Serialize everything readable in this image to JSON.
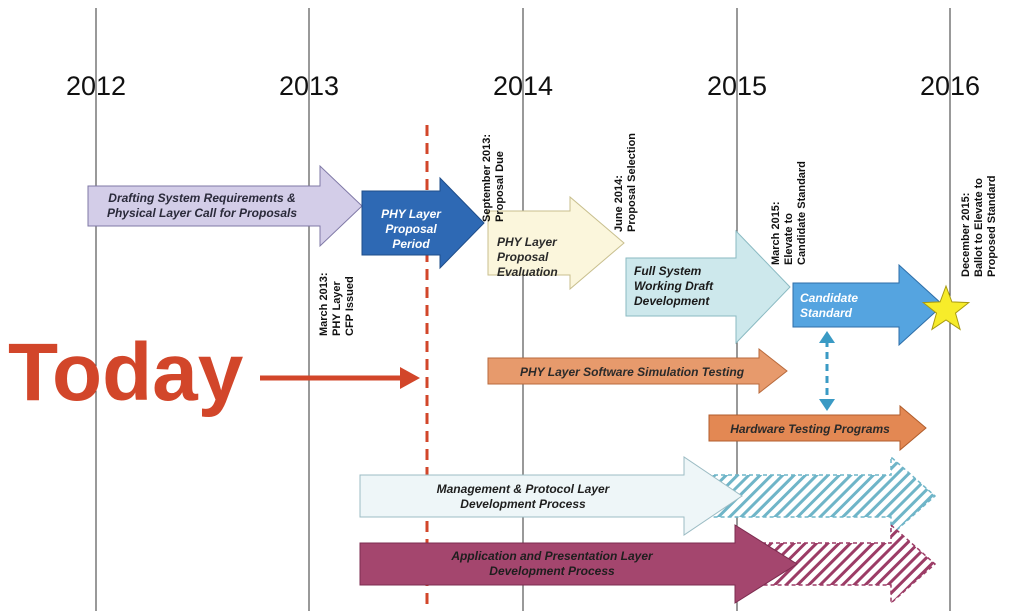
{
  "years": [
    "2012",
    "2013",
    "2014",
    "2015",
    "2016"
  ],
  "today_label": "Today",
  "colors": {
    "today": "#d2462a",
    "drafting": "#d3cde8",
    "phy_proposal": "#2e69b4",
    "phy_evaluation": "#fbf6dc",
    "full_system": "#cde8ec",
    "candidate": "#55a4e0",
    "software_testing": "#e79a6c",
    "hardware_testing": "#e38853",
    "management": "#eef6f8",
    "application": "#a4466e",
    "star": "#f7ec2a",
    "connector": "#3a9ac4"
  },
  "phases": [
    {
      "id": "drafting",
      "lines": [
        "Drafting System Requirements &",
        "Physical Layer Call for Proposals"
      ]
    },
    {
      "id": "phy_proposal",
      "lines": [
        "PHY Layer",
        "Proposal",
        "Period"
      ]
    },
    {
      "id": "phy_evaluation",
      "lines": [
        "PHY Layer",
        "Proposal",
        "Evaluation"
      ]
    },
    {
      "id": "full_system",
      "lines": [
        "Full System",
        "Working Draft",
        "Development"
      ]
    },
    {
      "id": "candidate",
      "lines": [
        "Candidate",
        "Standard"
      ]
    }
  ],
  "activities": [
    {
      "id": "software_testing",
      "lines": [
        "PHY Layer Software Simulation Testing"
      ]
    },
    {
      "id": "hardware_testing",
      "lines": [
        "Hardware Testing Programs"
      ]
    },
    {
      "id": "management",
      "lines": [
        "Management & Protocol Layer",
        "Development Process"
      ]
    },
    {
      "id": "application",
      "lines": [
        "Application and Presentation Layer",
        "Development Process"
      ]
    }
  ],
  "milestones": [
    {
      "id": "march_2013",
      "lines": [
        "March 2013:",
        "PHY Layer",
        "CFP Issued"
      ]
    },
    {
      "id": "september_2013",
      "lines": [
        "September 2013:",
        "Proposal Due"
      ]
    },
    {
      "id": "june_2014",
      "lines": [
        "June 2014:",
        "Proposal Selection"
      ]
    },
    {
      "id": "march_2015",
      "lines": [
        "March 2015:",
        "Elevate to",
        "Candidate Standard"
      ]
    },
    {
      "id": "december_2015",
      "lines": [
        "December 2015:",
        "Ballot to Elevate to",
        "Proposed Standard"
      ]
    }
  ]
}
